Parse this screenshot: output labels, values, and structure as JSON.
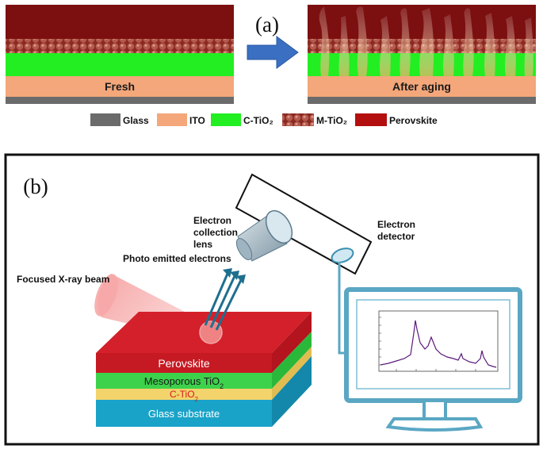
{
  "panel_a": {
    "label": "(a)",
    "fresh_label": "Fresh",
    "aged_label": "After aging",
    "legend": [
      {
        "text": "Glass",
        "color": "#6b6b6b"
      },
      {
        "text": "ITO",
        "color": "#f4a77a"
      },
      {
        "text": "C-TiO₂",
        "color": "#22ee22"
      },
      {
        "text": "M-TiO₂",
        "color": "#a0443c"
      },
      {
        "text": "Perovskite",
        "color": "#b40f0f"
      }
    ]
  },
  "panel_b": {
    "label": "(b)",
    "xray_label": "Focused X-ray beam",
    "photo_label": "Photo emitted electrons",
    "lens_label_1": "Electron",
    "lens_label_2": "collection",
    "lens_label_3": "lens",
    "detector_label_1": "Electron",
    "detector_label_2": "detector",
    "layers": {
      "perovskite": "Perovskite",
      "meso": "Mesoporous TiO",
      "meso_sub": "2",
      "ctio": "C-TiO",
      "ctio_sub": "2",
      "glass": "Glass substrate"
    }
  },
  "colors": {
    "perovskite": "#b40f0f",
    "meso": "#22ee22",
    "ito": "#f4a77a",
    "glass": "#6b6b6b",
    "stack_red": "#d4202a",
    "stack_green": "#3dd24b",
    "stack_yellow": "#f3d36b",
    "stack_blue": "#1aa3c8",
    "frame": "#5aa7c4"
  }
}
